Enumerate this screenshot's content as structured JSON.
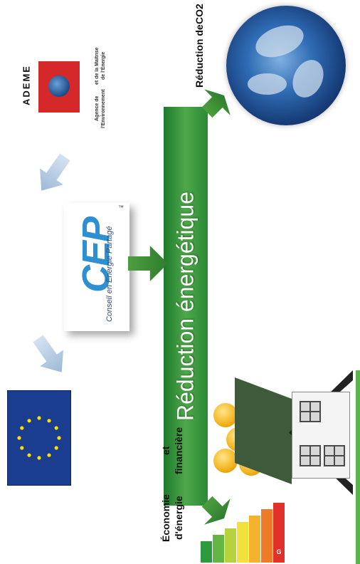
{
  "labels": {
    "band_text": "Réduction énergétique",
    "reduction_co2_line1": "Réduction de",
    "reduction_co2_line2": "CO2",
    "economie_line1": "Économie d'énergie",
    "economie_line2": "et financière",
    "ademe_title": "ADEME",
    "ademe_caption_line1": "Agence de l'Environnement",
    "ademe_caption_line2": "et de la Maîtrise de l'Énergie",
    "cep_logo": "CEP",
    "cep_caption": "Conseil en Energie Partagé",
    "cep_tm": "™",
    "energy_letter": "G"
  },
  "colors": {
    "green_band": "#3f9a3c",
    "eu_blue": "#1a3d8f",
    "ademe_red": "#d52828",
    "cep_blue": "#2f8fd3",
    "coin_gold": "#f3b21b"
  },
  "energy_scale_colors": [
    "#2e9a3e",
    "#63b544",
    "#b6d23c",
    "#f2e13a",
    "#f4b32f",
    "#ee7b27",
    "#e0312a"
  ],
  "icons": [
    "eu-flag-icon",
    "earth-globe-icon",
    "house-icon",
    "coins-icon",
    "energy-label-icon"
  ]
}
